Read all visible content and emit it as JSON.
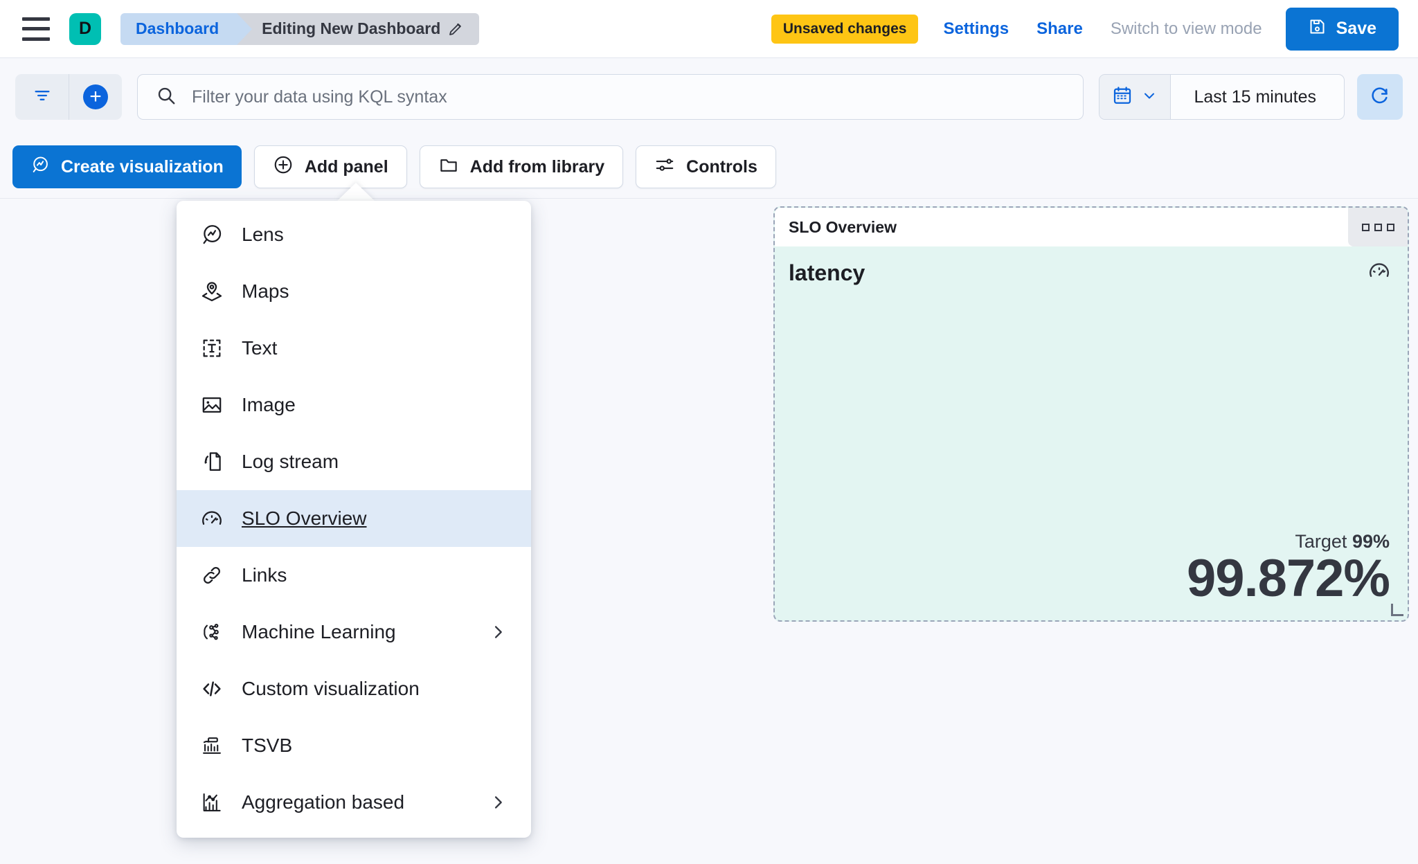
{
  "header": {
    "menu_icon": "hamburger-icon",
    "avatar_letter": "D",
    "breadcrumb_root": "Dashboard",
    "breadcrumb_current": "Editing New Dashboard",
    "edit_icon": "pencil-icon",
    "unsaved_badge": "Unsaved changes",
    "settings_link": "Settings",
    "share_link": "Share",
    "view_mode_link": "Switch to view mode",
    "save_label": "Save",
    "save_icon": "save-disk-icon",
    "accent_blue": "#0b74d3",
    "badge_yellow": "#fec514",
    "avatar_teal": "#00bfb3"
  },
  "query_bar": {
    "filter_icon": "filter-icon",
    "add_filter_icon": "plus-circle-icon",
    "search_icon": "search-icon",
    "placeholder": "Filter your data using KQL syntax",
    "value": "",
    "calendar_icon": "calendar-icon",
    "calendar_chevron": "chevron-down-icon",
    "time_range": "Last 15 minutes",
    "refresh_icon": "refresh-icon"
  },
  "toolbar": {
    "create_visualization": "Create visualization",
    "add_panel": "Add panel",
    "add_from_library": "Add from library",
    "controls": "Controls",
    "create_icon": "lens-icon",
    "add_panel_icon": "plus-circle-outline-icon",
    "library_icon": "folder-icon",
    "controls_icon": "sliders-icon"
  },
  "add_panel_menu": {
    "items": [
      {
        "label": "Lens",
        "icon": "lens-icon",
        "selected": false,
        "has_submenu": false
      },
      {
        "label": "Maps",
        "icon": "map-pin-layers-icon",
        "selected": false,
        "has_submenu": false
      },
      {
        "label": "Text",
        "icon": "text-box-icon",
        "selected": false,
        "has_submenu": false
      },
      {
        "label": "Image",
        "icon": "image-icon",
        "selected": false,
        "has_submenu": false
      },
      {
        "label": "Log stream",
        "icon": "log-stream-icon",
        "selected": false,
        "has_submenu": false
      },
      {
        "label": "SLO Overview",
        "icon": "gauge-icon",
        "selected": true,
        "has_submenu": false
      },
      {
        "label": "Links",
        "icon": "link-icon",
        "selected": false,
        "has_submenu": false
      },
      {
        "label": "Machine Learning",
        "icon": "ml-nodes-icon",
        "selected": false,
        "has_submenu": true
      },
      {
        "label": "Custom visualization",
        "icon": "code-icon",
        "selected": false,
        "has_submenu": false
      },
      {
        "label": "TSVB",
        "icon": "tsvb-bars-icon",
        "selected": false,
        "has_submenu": false
      },
      {
        "label": "Aggregation based",
        "icon": "agg-chart-icon",
        "selected": false,
        "has_submenu": true
      }
    ]
  },
  "slo_panel": {
    "panel_title": "SLO Overview",
    "context_menu_icon": "panel-menu-icon",
    "slo_name": "latency",
    "gauge_icon": "gauge-icon",
    "target_label": "Target",
    "target_value": "99%",
    "sli_value": "99.872%",
    "background_color": "#e3f5f2",
    "resize_handle_icon": "resize-handle-icon"
  }
}
